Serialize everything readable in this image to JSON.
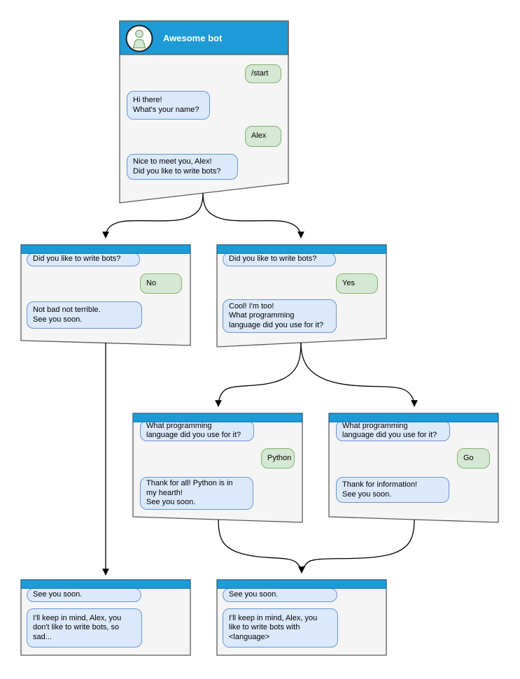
{
  "colors": {
    "header_blue": "#1E9BD7",
    "header_blue_border": "#0C79B5",
    "window_fill": "#F5F5F5",
    "window_border": "#595959",
    "bot_bubble_fill": "#DBE9FB",
    "bot_bubble_border": "#6A93D1",
    "user_bubble_fill": "#D5E8D4",
    "user_bubble_border": "#82B366",
    "arrow_color": "#000000"
  },
  "flow": {
    "main": {
      "title": "Awesome bot",
      "avatar_icon": "person-icon",
      "messages": [
        {
          "from": "user",
          "text": "/start"
        },
        {
          "from": "bot",
          "text": "Hi there!\nWhat's your name?"
        },
        {
          "from": "user",
          "text": "Alex"
        },
        {
          "from": "bot",
          "text": "Nice to meet you, Alex!\nDid you like to write bots?"
        }
      ]
    },
    "branch_no": {
      "messages": [
        {
          "from": "bot",
          "text": "Did you like to write bots?"
        },
        {
          "from": "user",
          "text": "No"
        },
        {
          "from": "bot",
          "text": "Not bad not terrible.\nSee you soon."
        }
      ]
    },
    "branch_yes": {
      "messages": [
        {
          "from": "bot",
          "text": "Did you like to write bots?"
        },
        {
          "from": "user",
          "text": "Yes"
        },
        {
          "from": "bot",
          "text": "Cool! I'm too!\nWhat programming\nlanguage did you use for it?"
        }
      ]
    },
    "branch_python": {
      "messages": [
        {
          "from": "bot",
          "text": "What programming\nlanguage did you use for it?"
        },
        {
          "from": "user",
          "text": "Python"
        },
        {
          "from": "bot",
          "text": "Thank for all! Python is in\nmy hearth!\nSee you soon."
        }
      ]
    },
    "branch_go": {
      "messages": [
        {
          "from": "bot",
          "text": "What programming\nlanguage did you use for it?"
        },
        {
          "from": "user",
          "text": "Go"
        },
        {
          "from": "bot",
          "text": "Thank for information!\nSee you soon."
        }
      ]
    },
    "end_no": {
      "messages": [
        {
          "from": "bot",
          "text": "See you soon."
        },
        {
          "from": "bot",
          "text": "I'll keep in mind, Alex, you\ndon't like to write bots, so\nsad..."
        }
      ]
    },
    "end_yes": {
      "messages": [
        {
          "from": "bot",
          "text": "See you soon."
        },
        {
          "from": "bot",
          "text": "I'll keep in mind, Alex, you\nlike to write bots with\n<language>"
        }
      ]
    }
  },
  "connections": [
    {
      "from": "main",
      "to": "branch_no"
    },
    {
      "from": "main",
      "to": "branch_yes"
    },
    {
      "from": "branch_yes",
      "to": "branch_python"
    },
    {
      "from": "branch_yes",
      "to": "branch_go"
    },
    {
      "from": "branch_no",
      "to": "end_no"
    },
    {
      "from": "branch_python",
      "to": "end_yes"
    },
    {
      "from": "branch_go",
      "to": "end_yes"
    }
  ]
}
